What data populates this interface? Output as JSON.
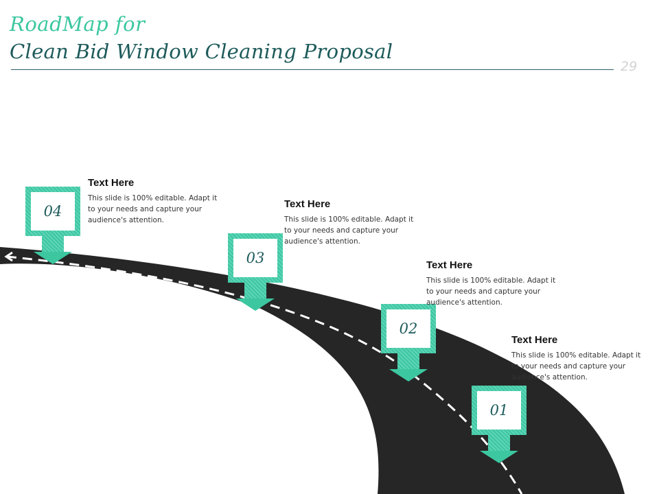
{
  "header": {
    "title_line1": "RoadMap for",
    "title_line2": "Clean Bid Window Cleaning Proposal",
    "page_number": "29"
  },
  "colors": {
    "accent": "#3cc7a0",
    "accent_light": "#5fd4b8",
    "dark_teal": "#1d5a5a",
    "road": "#262626"
  },
  "milestones": [
    {
      "number": "04",
      "heading": "Text Here",
      "body": "This slide is 100% editable. Adapt it to your needs and capture your audience's attention."
    },
    {
      "number": "03",
      "heading": "Text Here",
      "body": "This slide is 100% editable. Adapt it to your needs and capture your audience's attention."
    },
    {
      "number": "02",
      "heading": "Text Here",
      "body": "This slide is 100% editable. Adapt it to your needs and capture your audience's attention."
    },
    {
      "number": "01",
      "heading": "Text Here",
      "body": "This slide is 100% editable. Adapt it to your needs and capture your audience's attention."
    }
  ]
}
